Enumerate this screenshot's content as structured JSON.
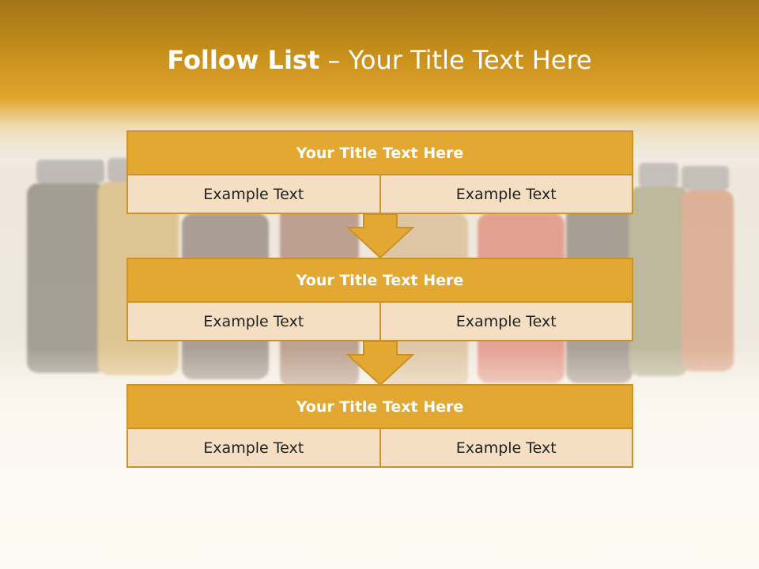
{
  "title": {
    "bold": "Follow List",
    "rest": " – Your Title Text Here"
  },
  "blocks": [
    {
      "heading": "Your Title Text Here",
      "left": "Example Text",
      "right": "Example Text"
    },
    {
      "heading": "Your Title Text Here",
      "left": "Example Text",
      "right": "Example Text"
    },
    {
      "heading": "Your Title Text Here",
      "left": "Example Text",
      "right": "Example Text"
    }
  ],
  "colors": {
    "header_fill": "#e3a832",
    "border": "#c9922a",
    "cell_fill": "#f5dfc2",
    "banner_top": "#a37619"
  }
}
